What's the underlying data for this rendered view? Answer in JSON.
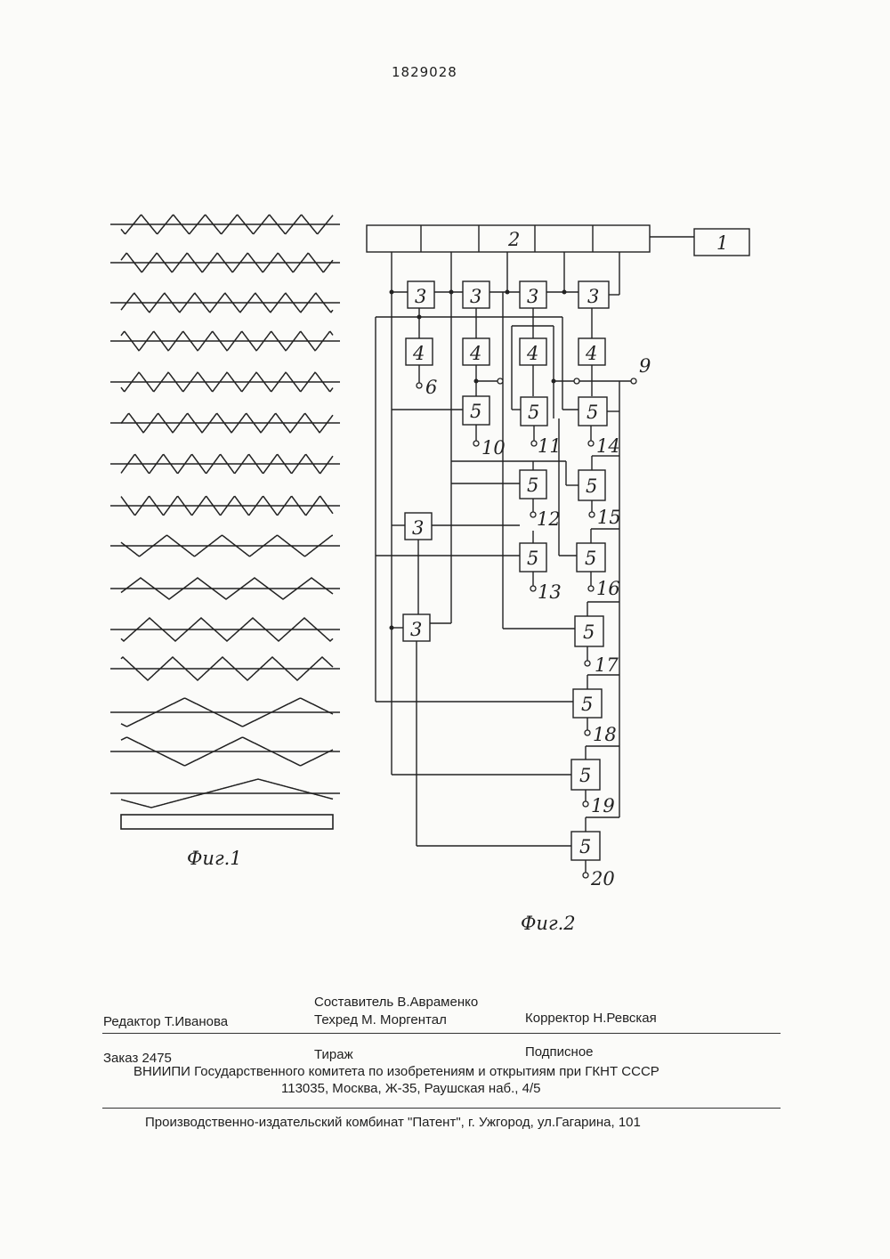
{
  "patent_number": "1829028",
  "figure1": {
    "caption": "Фиг.1"
  },
  "figure2": {
    "caption": "Фиг.2",
    "block_labels": {
      "timing_generator": "1",
      "register": "2",
      "divider": "3",
      "filter": "4",
      "mixer": "5"
    },
    "output_labels": [
      "6",
      "9",
      "10",
      "11",
      "12",
      "13",
      "14",
      "15",
      "16",
      "17",
      "18",
      "19",
      "20"
    ]
  },
  "footer": {
    "compiler": "Составитель  В.Авраменко",
    "editor": "Редактор  Т.Иванова",
    "techred": "Техред     М. Моргентал",
    "corrector": "Корректор  Н.Ревская",
    "order": "Заказ 2475",
    "circulation": "Тираж",
    "subscription": "Подписное",
    "institute": "ВНИИПИ Государственного комитета по изобретениям и открытиям при ГКНТ СССР",
    "address": "113035, Москва, Ж-35, Раушская наб., 4/5",
    "printer": "Производственно-издательский комбинат \"Патент\", г. Ужгород, ул.Гагарина, 101"
  }
}
